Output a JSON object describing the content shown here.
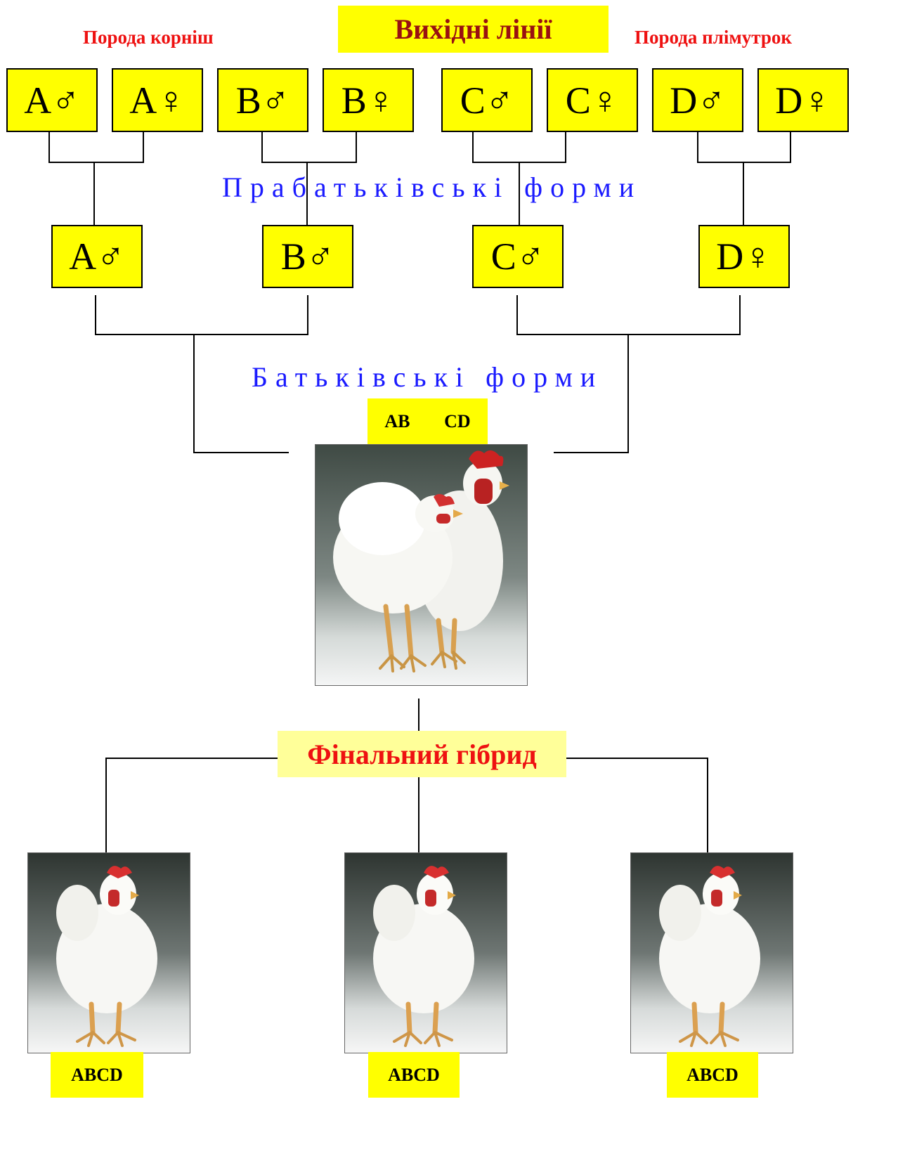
{
  "header": {
    "left_breed": "Порода корніш",
    "title": "Вихідні лінії",
    "right_breed": "Порода плімутрок"
  },
  "colors": {
    "box_fill": "#ffff00",
    "breed_text": "#ee1111",
    "title_text": "#991111",
    "stage_text": "#1a1aff",
    "final_banner_fill": "#ffff99"
  },
  "initial_lines": [
    "A♂",
    "A♀",
    "B♂",
    "B♀",
    "C♂",
    "C♀",
    "D♂",
    "D♀"
  ],
  "grandparent_stage": "Прабатьківські форми",
  "grandparent_forms": [
    "A♂",
    "B♂",
    "C♂",
    "D♀"
  ],
  "parent_stage": "Батьківські форми",
  "parent_labels": {
    "left": "AB",
    "right": "CD"
  },
  "final_hybrid": "Фінальний гібрид",
  "offspring_labels": [
    "ABCD",
    "ABCD",
    "ABCD"
  ]
}
